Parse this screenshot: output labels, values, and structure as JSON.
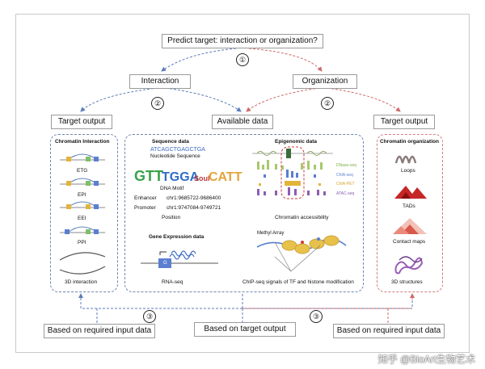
{
  "top": {
    "question": "Predict target: interaction or organization?"
  },
  "branches": {
    "interaction": "Interaction",
    "organization": "Organization"
  },
  "steps": {
    "one": "①",
    "two": "②",
    "three": "③"
  },
  "columns": {
    "target_output": "Target output",
    "available_data": "Available data"
  },
  "left_panel": {
    "title": "Chromatin Interaction",
    "items": [
      "ETG",
      "EPI",
      "EEI",
      "PPI"
    ],
    "footer": "3D interaction"
  },
  "middle_panel": {
    "sequence": {
      "title": "Sequence data",
      "dna": "ATCAGCTGAGCTGA",
      "nucleotide": "Nucleotide Sequence",
      "motif": "DNA Motif",
      "enhancer_label": "Enhancer",
      "enhancer_value": "chr1:9685722-9686400",
      "promoter_label": "Promoter",
      "promoter_value": "chr1:9747084-9749721",
      "position": "Position"
    },
    "epigenomic": {
      "title": "Epigenomic data",
      "tracks": [
        "DNase-seq",
        "ChIA-seq",
        "ChIA-PET",
        "ATAC-seq"
      ],
      "caption": "Chromatin accessibility"
    },
    "expression": {
      "title": "Gene Expression  data",
      "gene": "G",
      "caption": "RNA-seq"
    },
    "chip": {
      "label": "Methyl Array",
      "caption": "ChIP-seq signals of TF and histone modification"
    }
  },
  "right_panel": {
    "title": "Chromatin organization",
    "items": [
      "Loops",
      "TADs",
      "Contact maps",
      "3D structures"
    ]
  },
  "bottom": {
    "left": "Based on required input data",
    "center": "Based on target output",
    "right": "Based on required input data"
  },
  "watermark": "知乎 @BioArt生物艺术",
  "colors": {
    "blue": "#5b7db8",
    "red": "#cf6a6a",
    "track_green": "#a7c96a",
    "track_purple": "#8a5fb0",
    "track_yellow": "#e2b43b",
    "track_blue": "#5a7fd0"
  }
}
